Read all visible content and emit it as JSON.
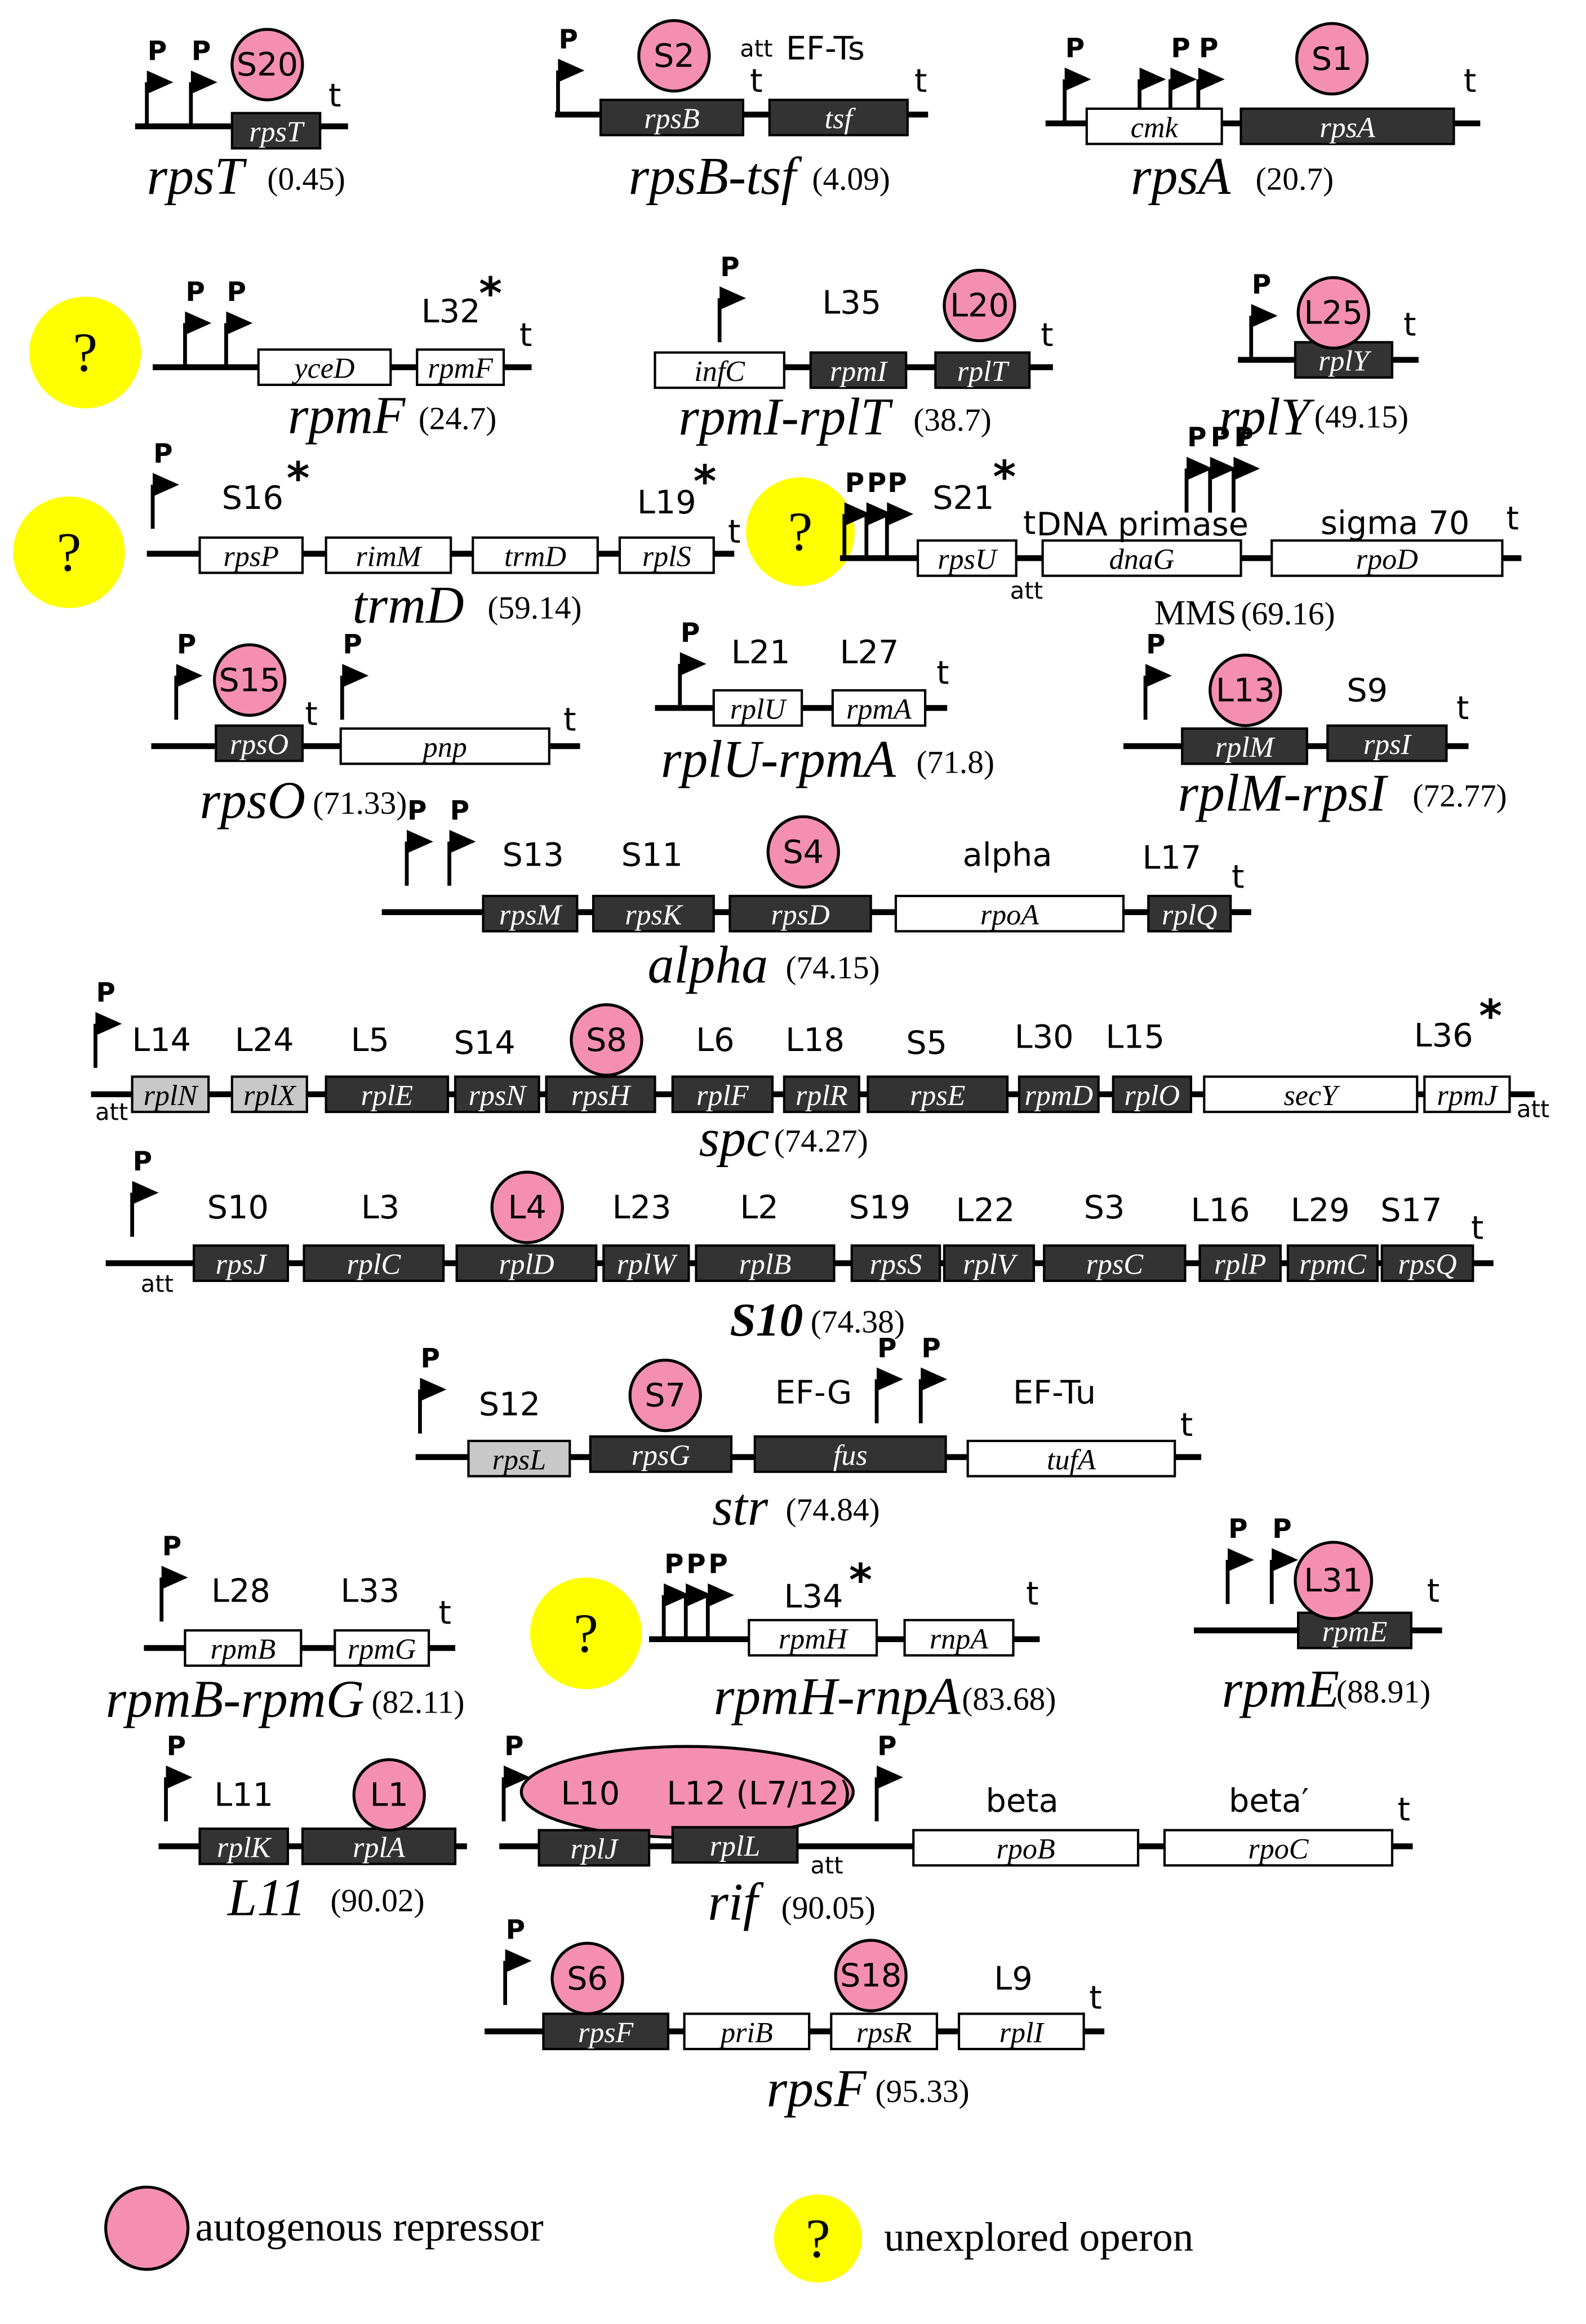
{
  "legend": {
    "repressor_label": "autogenous repressor",
    "unexplored_label": "unexplored operon",
    "unexplored_symbol": "?"
  },
  "colors": {
    "repressor": "#f48fb1",
    "unexplored": "#ffff00",
    "gene_dark": "#333333",
    "gene_gray": "#c8c8c8",
    "gene_white": "#ffffff",
    "line": "#000000"
  },
  "symbols": {
    "promoter": "P",
    "terminator": "t",
    "attenuator": "att",
    "star": "*"
  },
  "operons": [
    {
      "name": "rpsT",
      "map_position": "(0.45)",
      "proteins": [
        "S20"
      ],
      "genes": [
        "rpsT"
      ],
      "promoters": 2,
      "terminators": 1
    },
    {
      "name": "rpsB-tsf",
      "map_position": "(4.09)",
      "proteins": [
        "S2",
        "EF-Ts"
      ],
      "genes": [
        "rpsB",
        "tsf"
      ],
      "promoters": 1,
      "terminators": 2,
      "attenuators": 1
    },
    {
      "name": "rpsA",
      "map_position": "(20.7)",
      "proteins": [
        "S1"
      ],
      "genes": [
        "cmk",
        "rpsA"
      ],
      "promoters": 3,
      "terminators": 1
    },
    {
      "name": "rpmF",
      "map_position": "(24.7)",
      "proteins": [
        "L32"
      ],
      "genes": [
        "yceD",
        "rpmF"
      ],
      "unexplored": true
    },
    {
      "name": "rpmI-rplT",
      "map_position": "(38.7)",
      "proteins": [
        "L35",
        "L20"
      ],
      "genes": [
        "infC",
        "rpmI",
        "rplT"
      ]
    },
    {
      "name": "rplY",
      "map_position": "(49.15)",
      "proteins": [
        "L25"
      ],
      "genes": [
        "rplY"
      ]
    },
    {
      "name": "trmD",
      "map_position": "(59.14)",
      "proteins": [
        "S16",
        "L19"
      ],
      "genes": [
        "rpsP",
        "rimM",
        "trmD",
        "rplS"
      ],
      "unexplored": true
    },
    {
      "name": "MMS",
      "map_position": "(69.16)",
      "proteins": [
        "S21",
        "DNA primase",
        "sigma 70"
      ],
      "genes": [
        "rpsU",
        "dnaG",
        "rpoD"
      ],
      "unexplored": true
    },
    {
      "name": "rpsO",
      "map_position": "(71.33)",
      "proteins": [
        "S15"
      ],
      "genes": [
        "rpsO",
        "pnp"
      ]
    },
    {
      "name": "rplU-rpmA",
      "map_position": "(71.8)",
      "proteins": [
        "L21",
        "L27"
      ],
      "genes": [
        "rplU",
        "rpmA"
      ]
    },
    {
      "name": "rplM-rpsI",
      "map_position": "(72.77)",
      "proteins": [
        "L13",
        "S9"
      ],
      "genes": [
        "rplM",
        "rpsI"
      ]
    },
    {
      "name": "alpha",
      "map_position": "(74.15)",
      "proteins": [
        "S13",
        "S11",
        "S4",
        "alpha",
        "L17"
      ],
      "genes": [
        "rpsM",
        "rpsK",
        "rpsD",
        "rpoA",
        "rplQ"
      ]
    },
    {
      "name": "spc",
      "map_position": "(74.27)",
      "proteins": [
        "L14",
        "L24",
        "L5",
        "S14",
        "S8",
        "L6",
        "L18",
        "S5",
        "L30",
        "L15",
        "L36"
      ],
      "genes": [
        "rplN",
        "rplX",
        "rplE",
        "rpsN",
        "rpsH",
        "rplF",
        "rplR",
        "rpsE",
        "rpmD",
        "rplO",
        "secY",
        "rpmJ"
      ]
    },
    {
      "name": "S10",
      "map_position": "(74.38)",
      "proteins": [
        "S10",
        "L3",
        "L4",
        "L23",
        "L2",
        "S19",
        "L22",
        "S3",
        "L16",
        "L29",
        "S17"
      ],
      "genes": [
        "rpsJ",
        "rplC",
        "rplD",
        "rplW",
        "rplB",
        "rpsS",
        "rplV",
        "rpsC",
        "rplP",
        "rpmC",
        "rpsQ"
      ]
    },
    {
      "name": "str",
      "map_position": "(74.84)",
      "proteins": [
        "S12",
        "S7",
        "EF-G",
        "EF-Tu"
      ],
      "genes": [
        "rpsL",
        "rpsG",
        "fus",
        "tufA"
      ]
    },
    {
      "name": "rpmB-rpmG",
      "map_position": "(82.11)",
      "proteins": [
        "L28",
        "L33"
      ],
      "genes": [
        "rpmB",
        "rpmG"
      ]
    },
    {
      "name": "rpmH-rnpA",
      "map_position": "(83.68)",
      "proteins": [
        "L34"
      ],
      "genes": [
        "rpmH",
        "rnpA"
      ],
      "unexplored": true
    },
    {
      "name": "rpmE",
      "map_position": "(88.91)",
      "proteins": [
        "L31"
      ],
      "genes": [
        "rpmE"
      ]
    },
    {
      "name": "L11",
      "map_position": "(90.02)",
      "proteins": [
        "L11",
        "L1"
      ],
      "genes": [
        "rplK",
        "rplA"
      ]
    },
    {
      "name": "rif",
      "map_position": "(90.05)",
      "proteins": [
        "L10",
        "L12 (L7/12)",
        "beta",
        "beta′"
      ],
      "genes": [
        "rplJ",
        "rplL",
        "rpoB",
        "rpoC"
      ]
    },
    {
      "name": "rpsF",
      "map_position": "(95.33)",
      "proteins": [
        "S6",
        "S18",
        "L9"
      ],
      "genes": [
        "rpsF",
        "priB",
        "rpsR",
        "rplI"
      ]
    }
  ]
}
